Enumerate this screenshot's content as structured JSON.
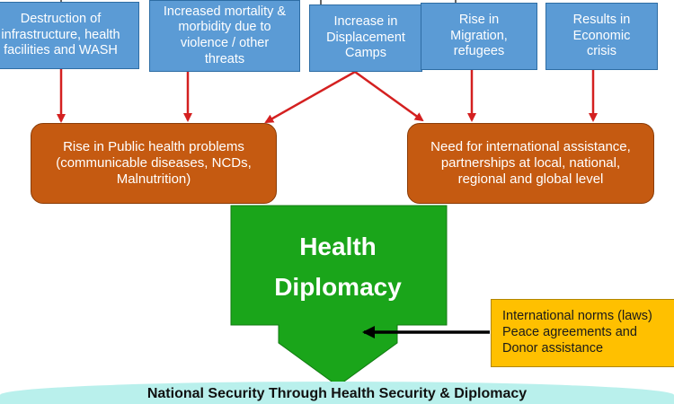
{
  "top_boxes": [
    {
      "label": "Destruction of\ninfrastructure, health\nfacilities and WASH"
    },
    {
      "label": "Increased mortality &\nmorbidity due to\nviolence / other\nthreats"
    },
    {
      "label": "Increase in\nDisplacement\nCamps"
    },
    {
      "label": "Rise in\nMigration,\nrefugees"
    },
    {
      "label": "Results in\nEconomic\ncrisis"
    }
  ],
  "middle_boxes": {
    "left": "Rise in Public health problems\n(communicable diseases, NCDs,\nMalnutrition)",
    "right": "Need for international assistance,\npartnerships at local, national,\nregional and global level"
  },
  "center": {
    "title": "Health\nDiplomacy"
  },
  "side_box": {
    "label": "International norms (laws)\nPeace agreements and\nDonor assistance"
  },
  "footer": {
    "text": "National Security Through Health Security & Diplomacy"
  },
  "colors": {
    "top_box_fill": "#5b9bd5",
    "middle_box_fill": "#c55a11",
    "center_fill": "#1aa51a",
    "side_box_fill": "#ffc000",
    "connector": "#d42020",
    "side_arrow": "#000000",
    "footer_fill": "#b9f0ec"
  }
}
